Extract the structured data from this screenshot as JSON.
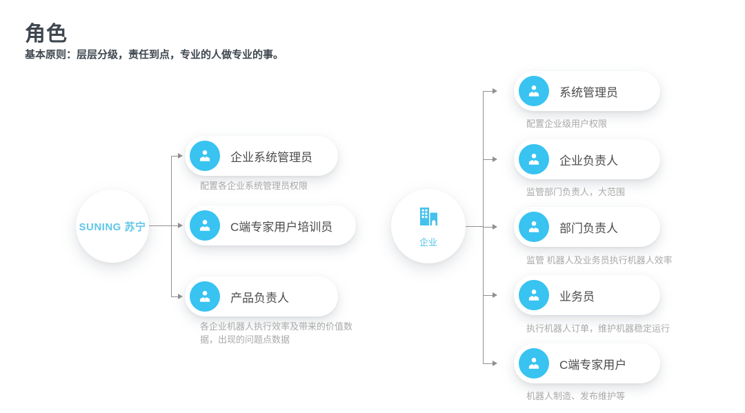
{
  "header": {
    "title": "角色",
    "subtitle": "基本原则：层层分级，责任到点，专业的人做专业的事。"
  },
  "colors": {
    "accent_blue": "#38C3F1",
    "logo_blue": "#5EC6E9",
    "label_gray": "#4B4B4B",
    "caption_gray": "#A9A9A9",
    "connector_gray": "#8F8F8F"
  },
  "left_tree": {
    "root_label": "SUNING 苏宁",
    "root_icon": "suning-logo",
    "children": [
      {
        "icon": "businessman-icon",
        "label": "企业系统管理员",
        "caption": "配置各企业系统管理员权限"
      },
      {
        "icon": "businessman-icon",
        "label": "C端专家用户培训员",
        "caption": ""
      },
      {
        "icon": "businessman-icon",
        "label": "产品负责人",
        "caption": "各企业机器人执行效率及带来的价值数据，出现的问题点数据"
      }
    ]
  },
  "right_tree": {
    "root_label": "企业",
    "root_icon": "building-icon",
    "children": [
      {
        "icon": "businessman-icon",
        "label": "系统管理员",
        "caption": "配置企业级用户权限"
      },
      {
        "icon": "businessman-icon",
        "label": "企业负责人",
        "caption": "监管部门负责人，大范围"
      },
      {
        "icon": "businessman-icon",
        "label": "部门负责人",
        "caption": "监管 机器人及业务员执行机器人效率"
      },
      {
        "icon": "businessman-icon",
        "label": "业务员",
        "caption": "执行机器人订单，维护机器稳定运行"
      },
      {
        "icon": "businessman-icon",
        "label": "C端专家用户",
        "caption": "机器人制造、发布维护等"
      }
    ]
  }
}
